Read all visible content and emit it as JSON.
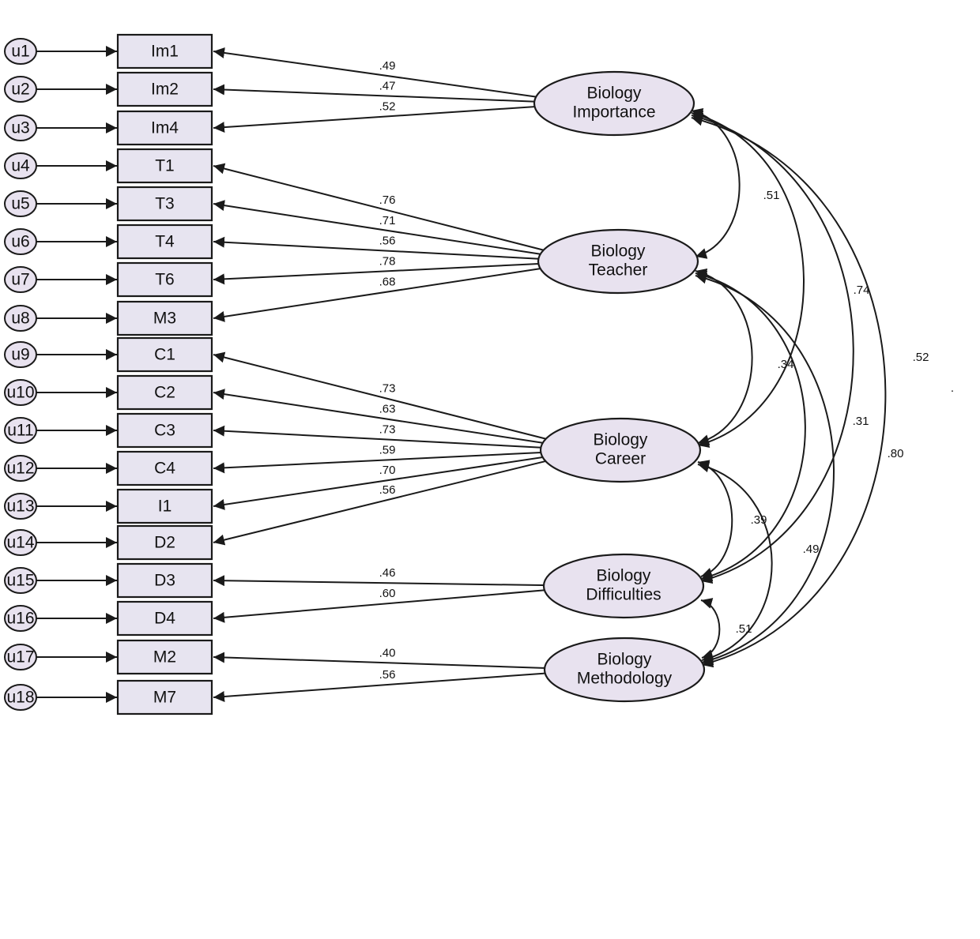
{
  "colors": {
    "node_fill_box": "#e7e4f0",
    "node_fill_oval": "#e8e2ef",
    "stroke": "#1a1a1a",
    "text": "#111111"
  },
  "errors": [
    "u1",
    "u2",
    "u3",
    "u4",
    "u5",
    "u6",
    "u7",
    "u8",
    "u9",
    "u10",
    "u11",
    "u12",
    "u13",
    "u14",
    "u15",
    "u16",
    "u17",
    "u18"
  ],
  "indicators": [
    "Im1",
    "Im2",
    "Im4",
    "T1",
    "T3",
    "T4",
    "T6",
    "M3",
    "C1",
    "C2",
    "C3",
    "C4",
    "I1",
    "D2",
    "D3",
    "D4",
    "M2",
    "M7"
  ],
  "factors": [
    {
      "id": "imp",
      "line1": "Biology",
      "line2": "Importance"
    },
    {
      "id": "tea",
      "line1": "Biology",
      "line2": "Teacher"
    },
    {
      "id": "car",
      "line1": "Biology",
      "line2": "Career"
    },
    {
      "id": "dif",
      "line1": "Biology",
      "line2": "Difficulties"
    },
    {
      "id": "met",
      "line1": "Biology",
      "line2": "Methodology"
    }
  ],
  "loadings": [
    {
      "factor": "imp",
      "indicator": 0,
      "value": ".49"
    },
    {
      "factor": "imp",
      "indicator": 1,
      "value": ".47"
    },
    {
      "factor": "imp",
      "indicator": 2,
      "value": ".52"
    },
    {
      "factor": "tea",
      "indicator": 3,
      "value": ".76"
    },
    {
      "factor": "tea",
      "indicator": 4,
      "value": ".71"
    },
    {
      "factor": "tea",
      "indicator": 5,
      "value": ".56"
    },
    {
      "factor": "tea",
      "indicator": 6,
      "value": ".78"
    },
    {
      "factor": "tea",
      "indicator": 7,
      "value": ".68"
    },
    {
      "factor": "car",
      "indicator": 8,
      "value": ".73"
    },
    {
      "factor": "car",
      "indicator": 9,
      "value": ".63"
    },
    {
      "factor": "car",
      "indicator": 10,
      "value": ".73"
    },
    {
      "factor": "car",
      "indicator": 11,
      "value": ".59"
    },
    {
      "factor": "car",
      "indicator": 12,
      "value": ".70"
    },
    {
      "factor": "car",
      "indicator": 13,
      "value": ".56"
    },
    {
      "factor": "dif",
      "indicator": 14,
      "value": ".46"
    },
    {
      "factor": "dif",
      "indicator": 15,
      "value": ".60"
    },
    {
      "factor": "met",
      "indicator": 16,
      "value": ".40"
    },
    {
      "factor": "met",
      "indicator": 17,
      "value": ".56"
    }
  ],
  "covariances": [
    {
      "from": "imp",
      "to": "tea",
      "value": ".51"
    },
    {
      "from": "imp",
      "to": "car",
      "value": ".74"
    },
    {
      "from": "imp",
      "to": "dif",
      "value": ".52"
    },
    {
      "from": "imp",
      "to": "met",
      "value": "."
    },
    {
      "from": "tea",
      "to": "car",
      "value": ".34"
    },
    {
      "from": "tea",
      "to": "dif",
      "value": ".31"
    },
    {
      "from": "tea",
      "to": "met",
      "value": ".80"
    },
    {
      "from": "car",
      "to": "dif",
      "value": ".39"
    },
    {
      "from": "car",
      "to": "met",
      "value": ".49"
    },
    {
      "from": "dif",
      "to": "met",
      "value": ".51"
    }
  ]
}
